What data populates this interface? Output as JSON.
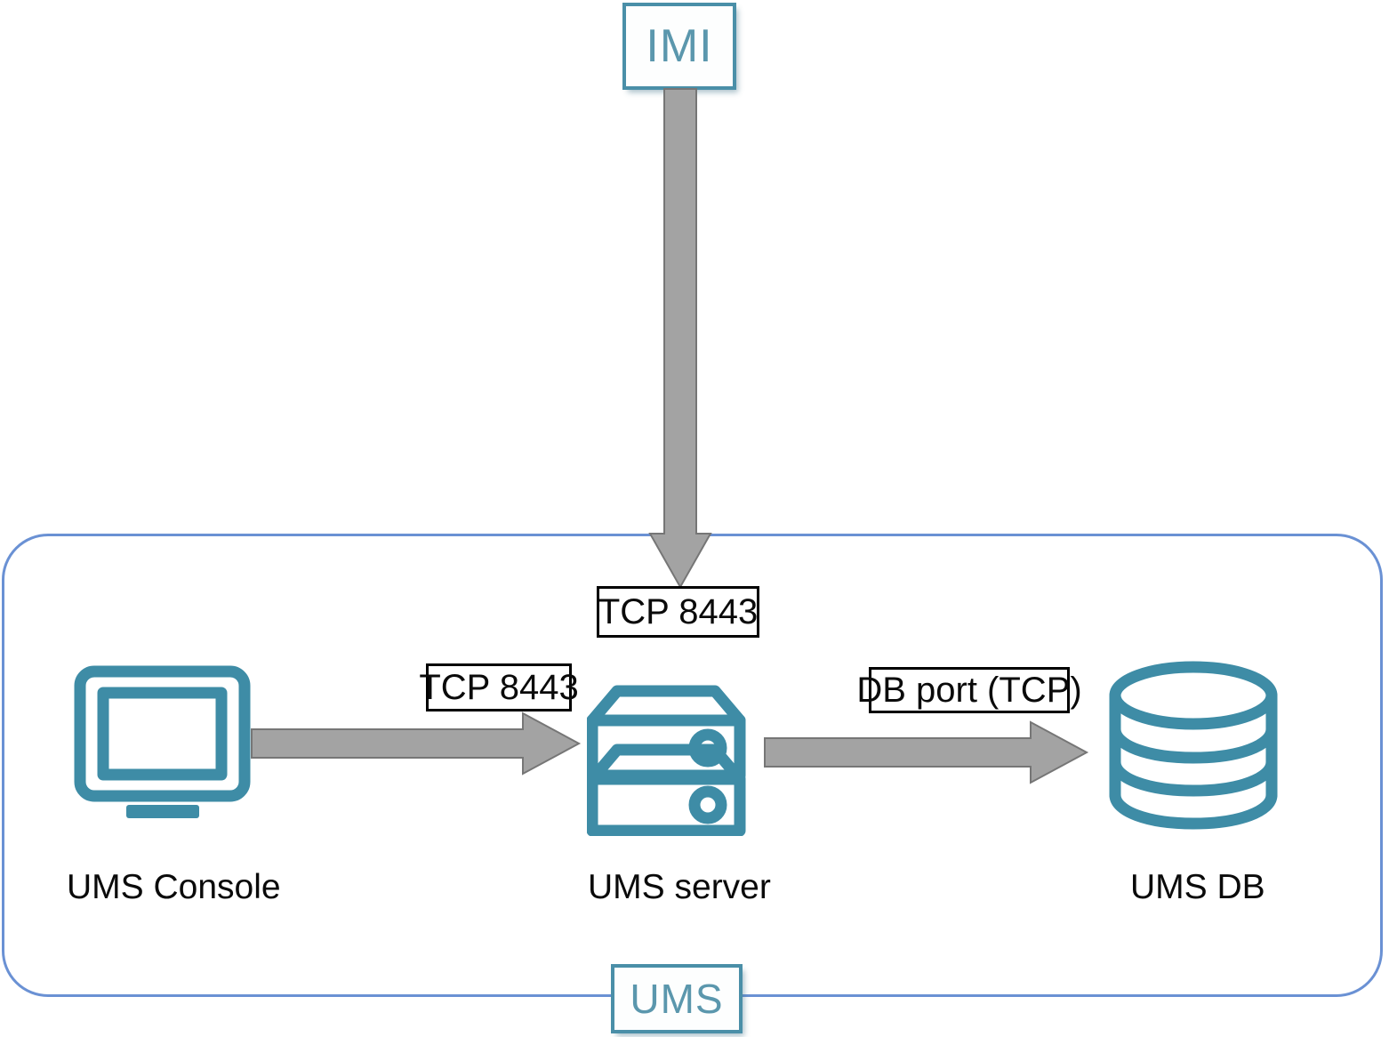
{
  "diagram": {
    "title": "UMS deployment connectivity diagram",
    "boundary": {
      "label": "UMS",
      "border_color": "#6a91d4"
    },
    "external": {
      "label": "IMI",
      "border_color": "#4a8fa8",
      "text_color": "#5b97ad"
    },
    "nodes": [
      {
        "id": "ums-console",
        "caption": "UMS Console",
        "icon": "monitor-icon",
        "color": "#3e8ca6"
      },
      {
        "id": "ums-server",
        "caption": "UMS server",
        "icon": "server-icon",
        "color": "#3e8ca6"
      },
      {
        "id": "ums-db",
        "caption": "UMS DB",
        "icon": "database-icon",
        "color": "#3e8ca6"
      }
    ],
    "connections": [
      {
        "id": "imi-to-server",
        "label": "TCP 8443",
        "from": "IMI",
        "to": "UMS server",
        "direction": "down",
        "arrow_color": "#a3a3a3"
      },
      {
        "id": "console-to-server",
        "label": "TCP 8443",
        "from": "UMS Console",
        "to": "UMS server",
        "direction": "right",
        "arrow_color": "#a3a3a3"
      },
      {
        "id": "server-to-db",
        "label": "DB port (TCP)",
        "from": "UMS server",
        "to": "UMS DB",
        "direction": "right",
        "arrow_color": "#a3a3a3"
      }
    ]
  }
}
